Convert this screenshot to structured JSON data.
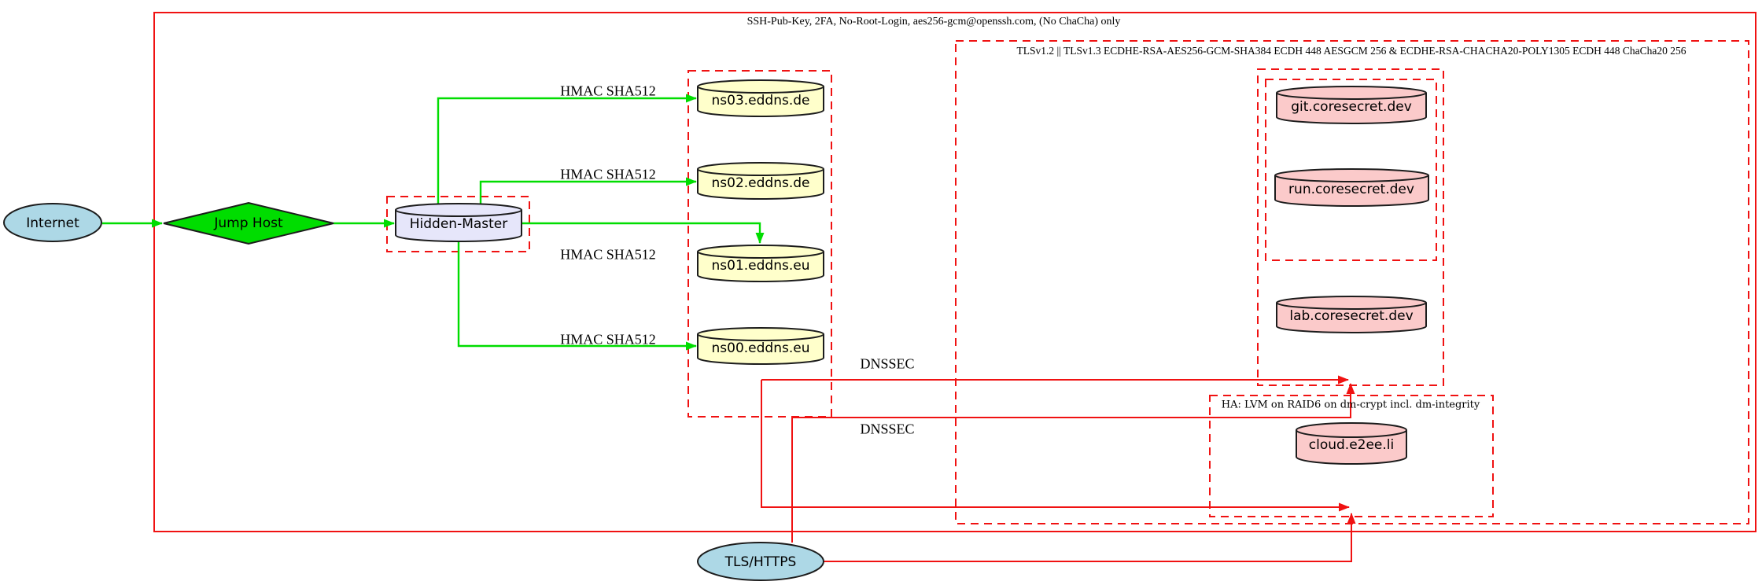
{
  "colors": {
    "red": "#f01212",
    "green": "#00dd00",
    "ink": "#1c1c1c",
    "lightblue": "#add8e6",
    "lightyellow": "#ffffcb",
    "lavender": "#e6e6fa",
    "pink": "#fbcaca"
  },
  "clusters": {
    "ssh": {
      "label": "SSH-Pub-Key, 2FA, No-Root-Login, aes256-gcm@openssh.com, (No ChaCha) only"
    },
    "tls": {
      "label": "TLSv1.2 || TLSv1.3 ECDHE-RSA-AES256-GCM-SHA384 ECDH 448 AESGCM 256 & ECDHE-RSA-CHACHA20-POLY1305 ECDH 448 ChaCha20 256"
    },
    "ha": {
      "label": "HA: LVM on RAID6 on dm-crypt incl. dm-integrity"
    }
  },
  "nodes": {
    "internet": {
      "label": "Internet"
    },
    "jump_host": {
      "label": "Jump Host"
    },
    "hidden_master": {
      "label": "Hidden-Master"
    },
    "ns03": {
      "label": "ns03.eddns.de"
    },
    "ns02": {
      "label": "ns02.eddns.de"
    },
    "ns01": {
      "label": "ns01.eddns.eu"
    },
    "ns00": {
      "label": "ns00.eddns.eu"
    },
    "git": {
      "label": "git.coresecret.dev"
    },
    "run": {
      "label": "run.coresecret.dev"
    },
    "lab": {
      "label": "lab.coresecret.dev"
    },
    "cloud": {
      "label": "cloud.e2ee.li"
    },
    "tls_https": {
      "label": "TLS/HTTPS"
    }
  },
  "edge_labels": {
    "hmac_ns03": "HMAC SHA512",
    "hmac_ns02": "HMAC SHA512",
    "hmac_ns01": "HMAC SHA512",
    "hmac_ns00": "HMAC SHA512",
    "dnssec_1": "DNSSEC",
    "dnssec_2": "DNSSEC"
  }
}
